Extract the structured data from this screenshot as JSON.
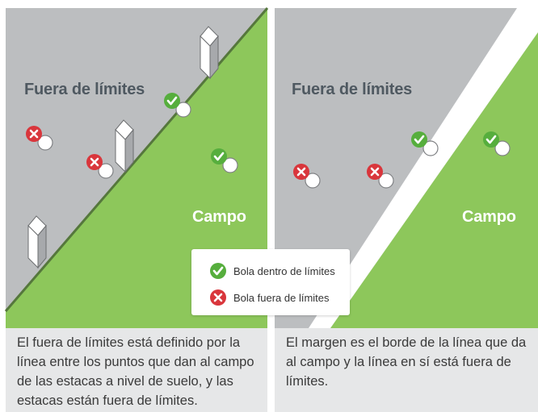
{
  "colors": {
    "out_of_bounds": "#bcbec0",
    "course": "#8dc75b",
    "boundary_line": "#55773c",
    "white_margin": "#ffffff",
    "in_icon": "#56ae3d",
    "out_icon": "#d9363c",
    "caption_bg": "#e6e7e8"
  },
  "left_panel": {
    "out_label": "Fuera de límites",
    "in_label": "Campo",
    "caption": "El fuera de límites está definido por la línea entre los puntos que dan al campo de las estacas a nivel de suelo, y las estacas están fuera de límites.",
    "balls": [
      {
        "status": "out",
        "icon": "red-x-icon"
      },
      {
        "status": "out",
        "icon": "red-x-icon"
      },
      {
        "status": "in",
        "icon": "green-check-icon"
      },
      {
        "status": "in",
        "icon": "green-check-icon"
      }
    ],
    "stakes": 3
  },
  "right_panel": {
    "out_label": "Fuera de límites",
    "in_label": "Campo",
    "caption": "El margen es el borde de la línea que da al campo y la línea en sí está fuera de límites.",
    "balls": [
      {
        "status": "out",
        "icon": "red-x-icon"
      },
      {
        "status": "out",
        "icon": "red-x-icon"
      },
      {
        "status": "in",
        "icon": "green-check-icon"
      },
      {
        "status": "in",
        "icon": "green-check-icon"
      }
    ]
  },
  "legend": {
    "in_label": "Bola dentro de límites",
    "out_label": "Bola fuera de límites"
  }
}
